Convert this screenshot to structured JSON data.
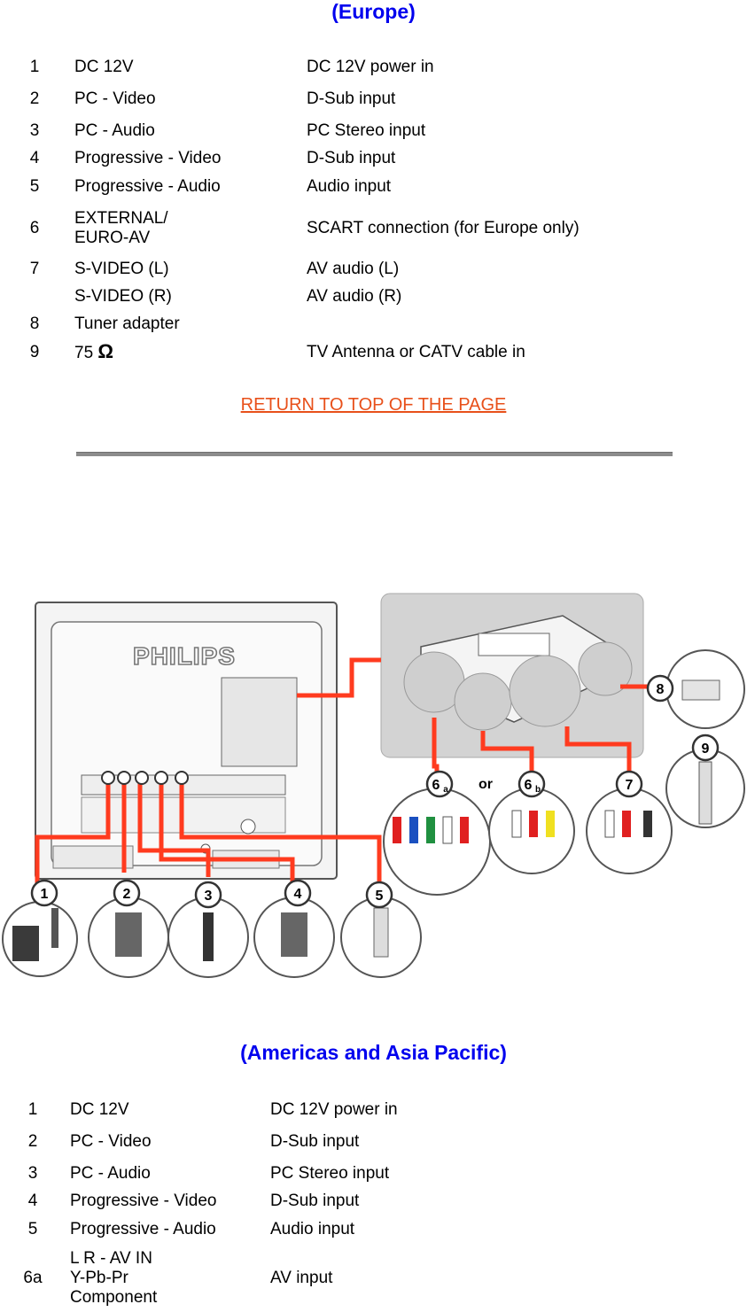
{
  "europe": {
    "heading": "(Europe)",
    "rows": [
      {
        "num": "1",
        "name": "DC 12V",
        "desc": "DC 12V power in"
      },
      {
        "num": "2",
        "name": "PC - Video",
        "desc": "D-Sub input"
      },
      {
        "num": "3",
        "name": "PC - Audio",
        "desc": "PC Stereo input"
      },
      {
        "num": "4",
        "name": "Progressive - Video",
        "desc": "D-Sub input"
      },
      {
        "num": "5",
        "name": "Progressive - Audio",
        "desc": "Audio input"
      },
      {
        "num": "6",
        "name_line1": "EXTERNAL/",
        "name_line2": "EURO-AV",
        "desc": "SCART connection (for Europe only)"
      },
      {
        "num": "7",
        "name": "S-VIDEO (L)",
        "desc": "AV audio (L)"
      },
      {
        "num": "",
        "name": "S-VIDEO (R)",
        "desc": "AV audio (R)"
      },
      {
        "num": "8",
        "name": "Tuner adapter",
        "desc": ""
      },
      {
        "num": "9",
        "name": "75",
        "symbol": "Ω",
        "desc": "TV Antenna or CATV cable in"
      }
    ]
  },
  "return_link": "RETURN TO TOP OF THE PAGE",
  "diagram": {
    "brand": "PHILIPS",
    "callouts": [
      "1",
      "2",
      "3",
      "4",
      "5",
      "6",
      "a",
      "b",
      "7",
      "8",
      "9"
    ],
    "or_label": "or",
    "accent_color": "#ff3b1f"
  },
  "americas": {
    "heading": "(Americas and Asia Pacific)",
    "rows": [
      {
        "num": "1",
        "name": "DC 12V",
        "desc": "DC 12V power in"
      },
      {
        "num": "2",
        "name": "PC - Video",
        "desc": "D-Sub input"
      },
      {
        "num": "3",
        "name": "PC - Audio",
        "desc": "PC Stereo input"
      },
      {
        "num": "4",
        "name": "Progressive - Video",
        "desc": "D-Sub input"
      },
      {
        "num": "5",
        "name": "Progressive - Audio",
        "desc": "Audio input"
      },
      {
        "num": "6a",
        "name_line1": "L R - AV IN",
        "name_line2": "Y-Pb-Pr",
        "name_line3": "Component",
        "desc": "AV input"
      }
    ]
  }
}
